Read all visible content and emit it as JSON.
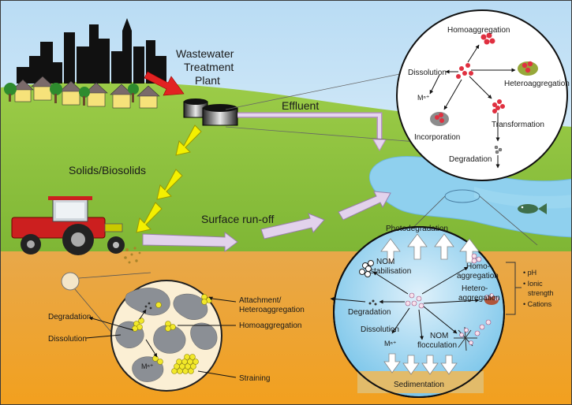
{
  "wwtp": {
    "line1": "Wastewater",
    "line2": "Treatment",
    "line3": "Plant"
  },
  "flows": {
    "effluent": "Effluent",
    "solids": "Solids/Biosolids",
    "runoff": "Surface run-off"
  },
  "water_circle": {
    "homoaggregation": "Homoaggregation",
    "dissolution": "Dissolution",
    "metal": "Mⁿ⁺",
    "heteroaggregation": "Heteroaggregation",
    "transformation": "Transformation",
    "incorporation": "Incorporation",
    "degradation": "Degradation"
  },
  "sediment_circle": {
    "photodegradation": "Photodegradation",
    "nom_stab_1": "NOM",
    "nom_stab_2": "stabilisation",
    "homo_1": "Homo-",
    "homo_2": "aggregation",
    "hetero_1": "Hetero-",
    "hetero_2": "aggregation",
    "degradation": "Degradation",
    "dissolution": "Dissolution",
    "metal": "Mⁿ⁺",
    "nom_floc_1": "NOM",
    "nom_floc_2": "flocculation",
    "sedimentation": "Sedimentation"
  },
  "factors": {
    "ph": "• pH",
    "ionic_1": "• Ionic",
    "ionic_2": "strength",
    "cations": "• Cations"
  },
  "soil_circle": {
    "degradation": "Degradation",
    "dissolution": "Dissolution",
    "metal": "Mⁿ⁺",
    "attach_1": "Attachment/",
    "attach_2": "Heteroaggregation",
    "homoaggregation": "Homoaggregation",
    "straining": "Straining"
  },
  "colors": {
    "sky": "#cfe6f7",
    "grass": "#8fc63e",
    "soil": "#f0a030",
    "water": "#8fd0ee",
    "arrow_yellow": "#f4f000",
    "arrow_lilac": "#d8c4e0",
    "nanoparticle": "#e0404a"
  }
}
